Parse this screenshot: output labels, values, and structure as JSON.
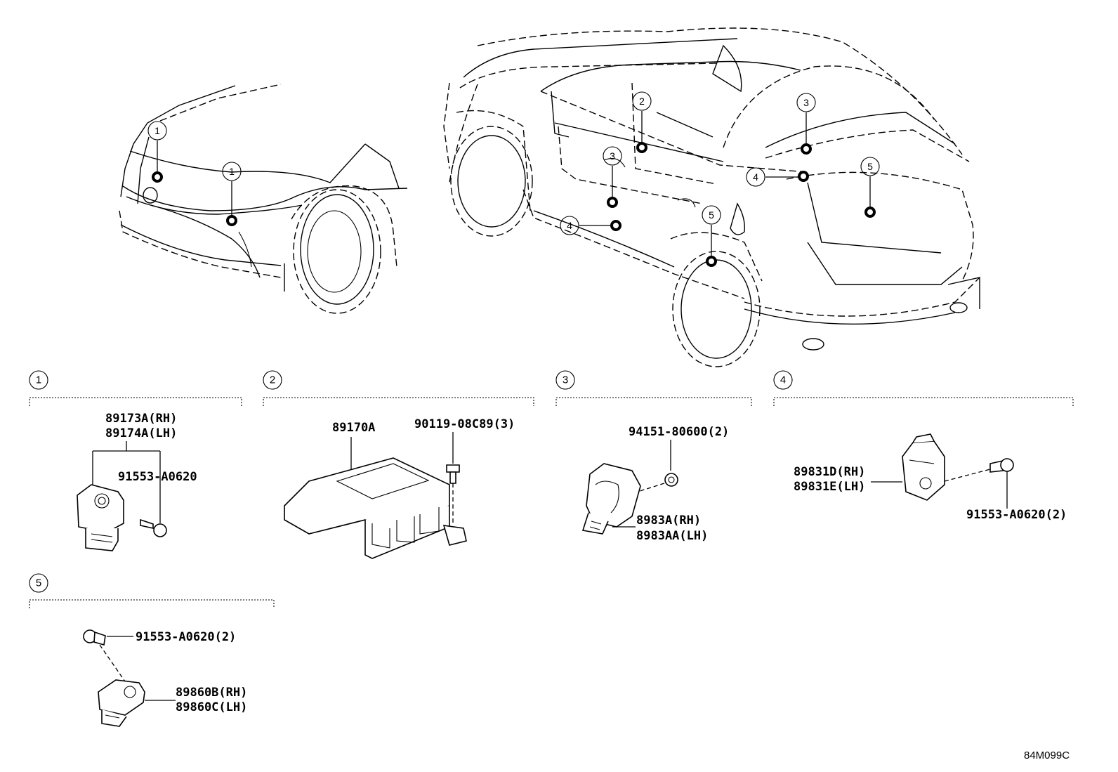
{
  "callouts": {
    "front_left": "1",
    "front_center": "1",
    "rear_2": "2",
    "rear_3_left": "3",
    "rear_3_right": "3",
    "rear_4_left": "4",
    "rear_4_right": "4",
    "rear_5_left": "5",
    "rear_5_right": "5"
  },
  "sections": {
    "s1": {
      "number": "1",
      "sensor_rh": "89173A(RH)",
      "sensor_lh": "89174A(LH)",
      "bolt": "91553-A0620"
    },
    "s2": {
      "number": "2",
      "module": "89170A",
      "bolt": "90119-08C89(3)"
    },
    "s3": {
      "number": "3",
      "nut": "94151-80600(2)",
      "sensor_rh": "8983A(RH)",
      "sensor_lh": "8983AA(LH)"
    },
    "s4": {
      "number": "4",
      "sensor_rh": "89831D(RH)",
      "sensor_lh": "89831E(LH)",
      "bolt": "91553-A0620(2)"
    },
    "s5": {
      "number": "5",
      "bolt": "91553-A0620(2)",
      "sensor_rh": "89860B(RH)",
      "sensor_lh": "89860C(LH)"
    }
  },
  "diagram_code": "84M099C"
}
